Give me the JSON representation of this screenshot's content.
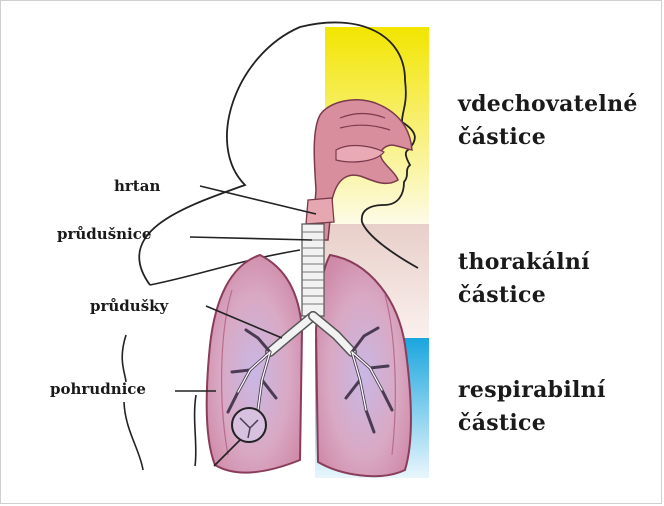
{
  "labels": {
    "hrtan": "hrtan",
    "prudusnice": "průdušnice",
    "prudusky": "průdušky",
    "pohrudnice": "pohrudnice"
  },
  "categories": [
    {
      "line1": "vdechovatelné",
      "line2": "částice",
      "color": "#f2e500"
    },
    {
      "line1": "thorakální",
      "line2": "částice",
      "color": "#e8cfc9"
    },
    {
      "line1": "respirabilní",
      "line2": "částice",
      "color": "#1aa6de"
    }
  ],
  "icons": {
    "head_outline": "head-outline-icon",
    "lungs": "lungs-icon"
  }
}
